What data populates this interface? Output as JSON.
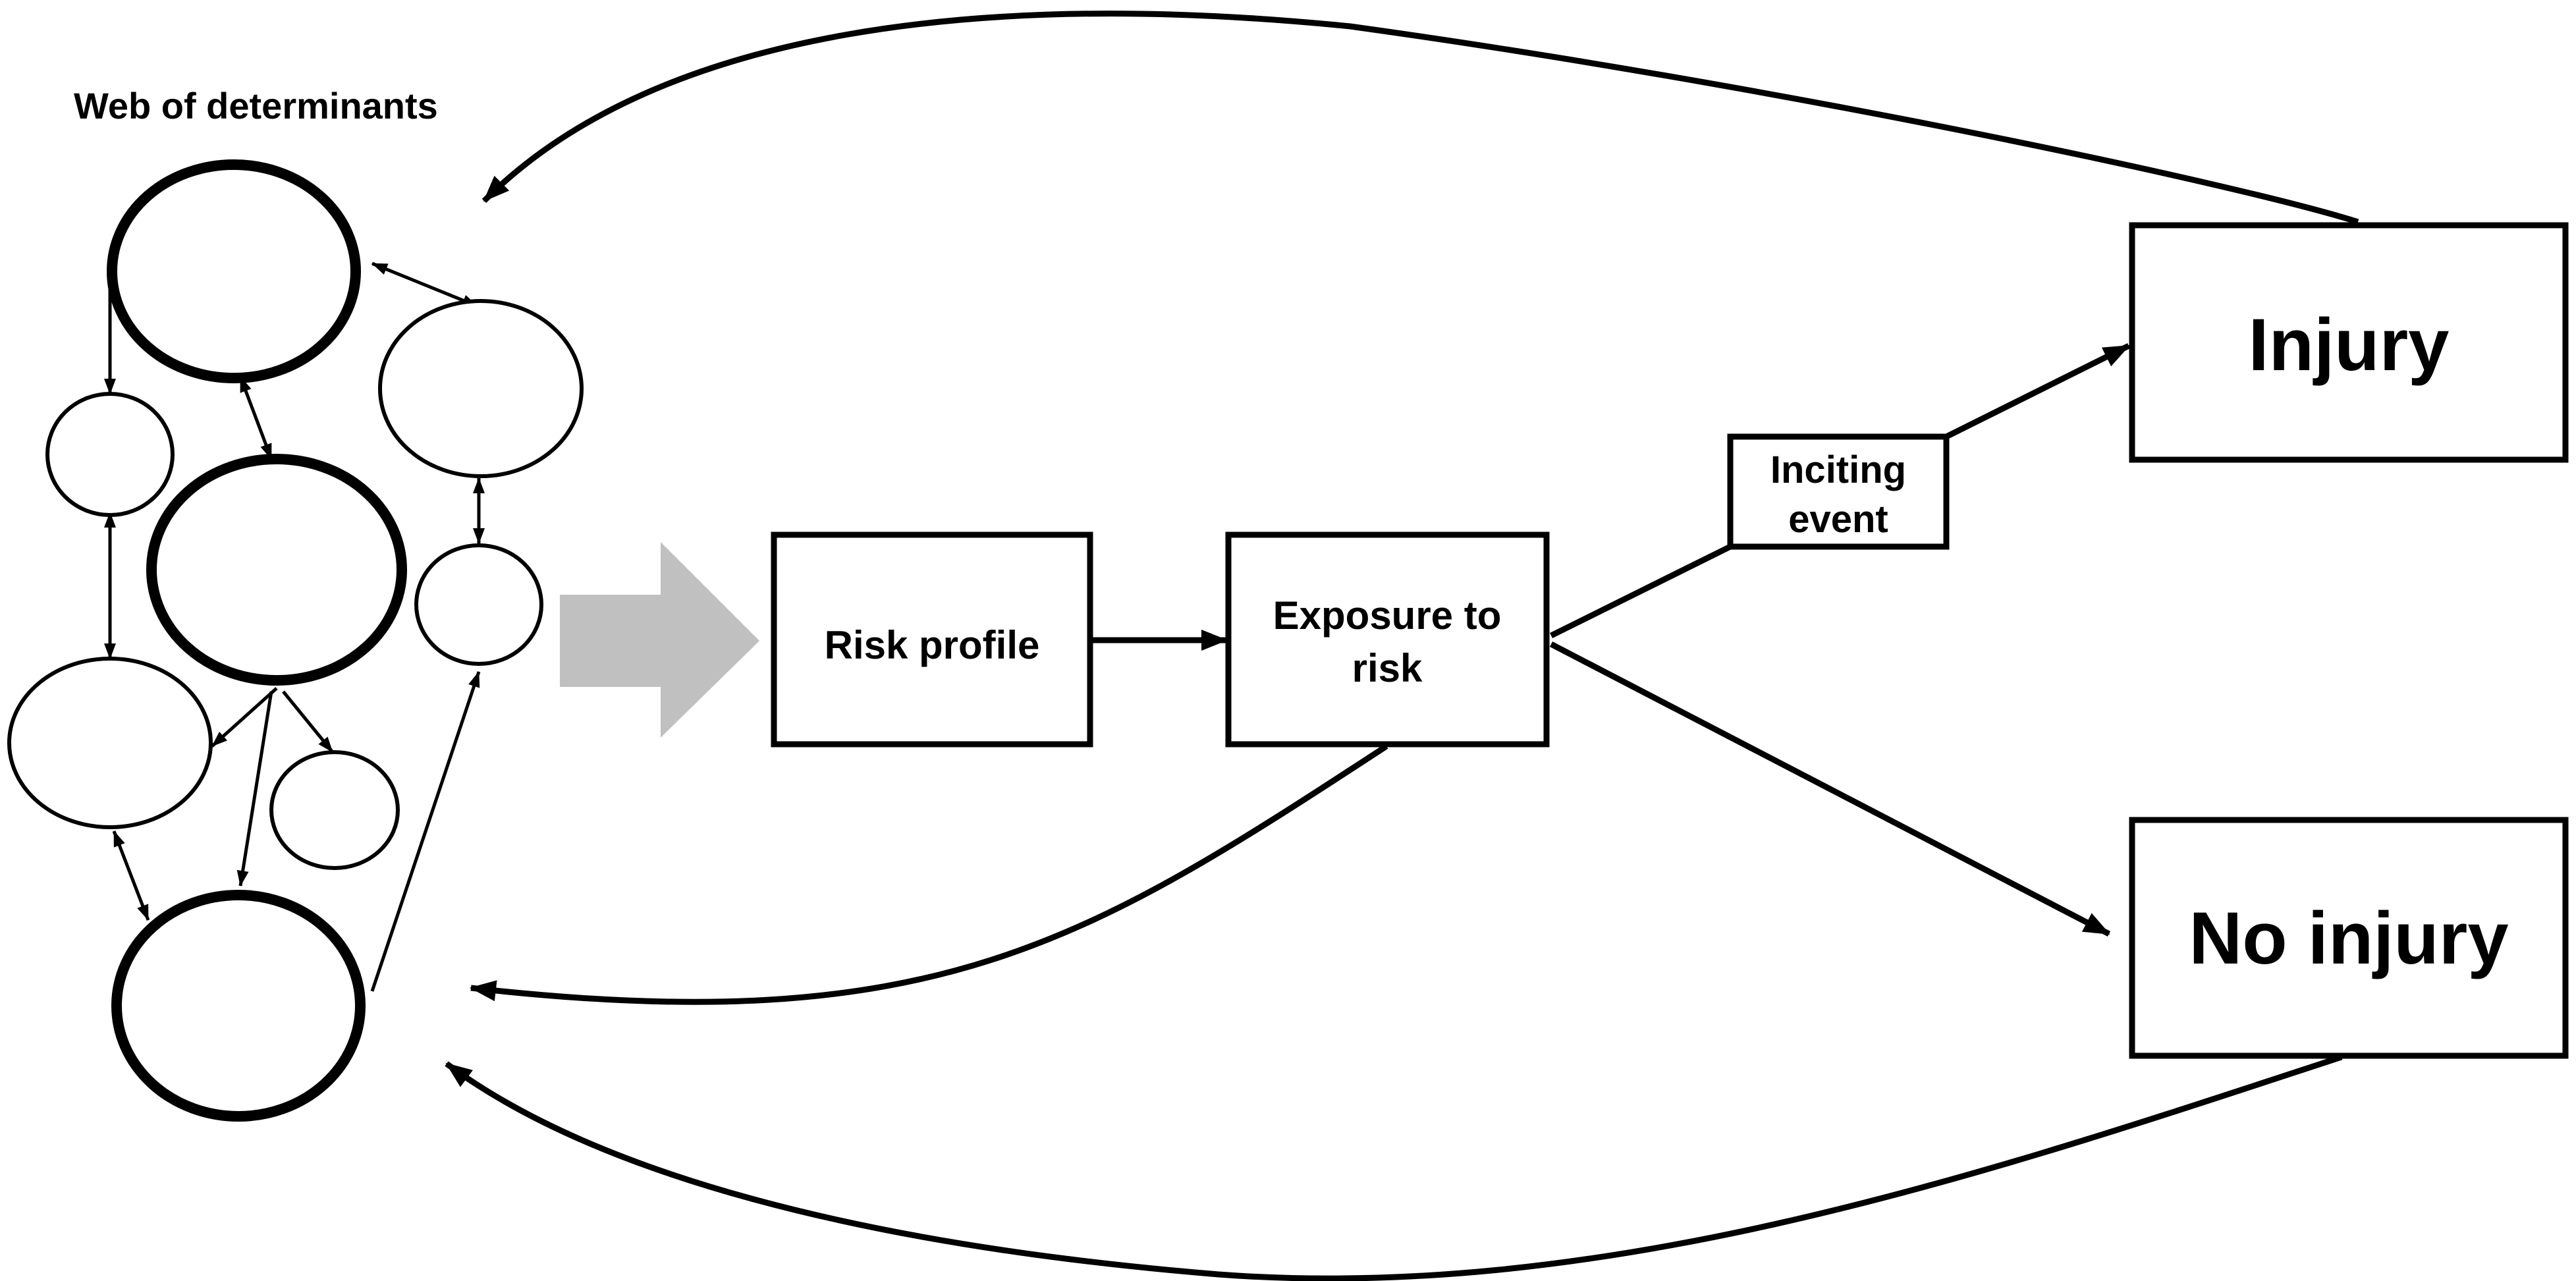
{
  "web_title": "Web of determinants",
  "boxes": {
    "risk_profile": "Risk profile",
    "exposure_line1": "Exposure to",
    "exposure_line2": "risk",
    "inciting_line1": "Inciting",
    "inciting_line2": "event",
    "injury": "Injury",
    "no_injury": "No injury"
  },
  "colors": {
    "line": "#000000",
    "background": "#ffffff",
    "big_arrow": "#c0c0c0"
  }
}
